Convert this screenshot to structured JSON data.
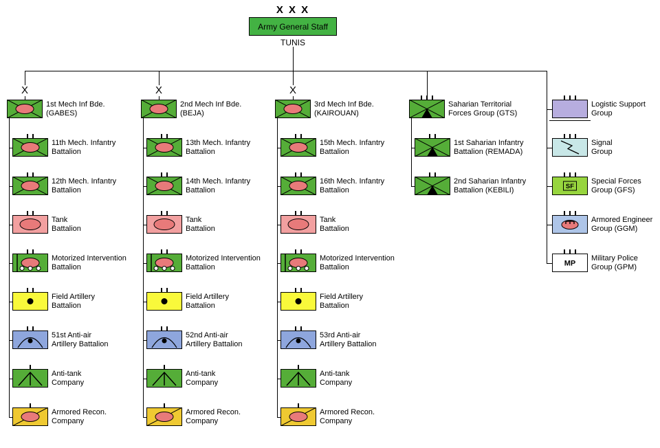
{
  "header": {
    "echelon": "X X X",
    "title": "Army General Staff",
    "location": "TUNIS"
  },
  "icon_labels": {
    "sf": "SF",
    "mp": "MP"
  },
  "colors": {
    "header_green": "#43b243",
    "green": "#55ad38",
    "red_ellipse": "#e87a7a",
    "tank_pink": "#f2a0a0",
    "artillery_yellow": "#f9f93b",
    "antiair_blue": "#8ea6dd",
    "recon_yellow": "#efc932",
    "logistic_lavender": "#b7addf",
    "signal_cyan": "#c8e7e7",
    "sf_green": "#97d53e",
    "engineer_blue": "#aec5e8",
    "mp_white": "#ffffff",
    "line_black": "#000000"
  },
  "columns": [
    {
      "echelon": "X",
      "units": [
        {
          "line1": "1st Mech Inf Bde.",
          "line2": "(GABES)",
          "icon": "mech-infantry",
          "echelon_ticks": ""
        },
        {
          "line1": "11th Mech. Infantry",
          "line2": "Battalion",
          "icon": "mech-infantry",
          "echelon_ticks": "II"
        },
        {
          "line1": "12th Mech. Infantry",
          "line2": "Battalion",
          "icon": "mech-infantry",
          "echelon_ticks": "II"
        },
        {
          "line1": "Tank",
          "line2": "Battalion",
          "icon": "tank",
          "echelon_ticks": "II"
        },
        {
          "line1": "Motorized Intervention",
          "line2": "Battalion",
          "icon": "motorized-intervention",
          "echelon_ticks": "II"
        },
        {
          "line1": "Field Artillery",
          "line2": "Battalion",
          "icon": "field-artillery",
          "echelon_ticks": "II"
        },
        {
          "line1": "51st Anti-air",
          "line2": "Artillery Battalion",
          "icon": "anti-air",
          "echelon_ticks": "II"
        },
        {
          "line1": "Anti-tank",
          "line2": "Company",
          "icon": "anti-tank",
          "echelon_ticks": "I"
        },
        {
          "line1": "Armored Recon.",
          "line2": "Company",
          "icon": "armored-recon",
          "echelon_ticks": "I"
        }
      ]
    },
    {
      "echelon": "X",
      "units": [
        {
          "line1": "2nd Mech Inf Bde.",
          "line2": "(BEJA)",
          "icon": "mech-infantry",
          "echelon_ticks": ""
        },
        {
          "line1": "13th Mech. Infantry",
          "line2": "Battalion",
          "icon": "mech-infantry",
          "echelon_ticks": "II"
        },
        {
          "line1": "14th Mech. Infantry",
          "line2": "Battalion",
          "icon": "mech-infantry",
          "echelon_ticks": "II"
        },
        {
          "line1": "Tank",
          "line2": "Battalion",
          "icon": "tank",
          "echelon_ticks": "II"
        },
        {
          "line1": "Motorized Intervention",
          "line2": "Battalion",
          "icon": "motorized-intervention",
          "echelon_ticks": "II"
        },
        {
          "line1": "Field Artillery",
          "line2": "Battalion",
          "icon": "field-artillery",
          "echelon_ticks": "II"
        },
        {
          "line1": "52nd Anti-air",
          "line2": "Artillery Battalion",
          "icon": "anti-air",
          "echelon_ticks": "II"
        },
        {
          "line1": "Anti-tank",
          "line2": "Company",
          "icon": "anti-tank",
          "echelon_ticks": "I"
        },
        {
          "line1": "Armored Recon.",
          "line2": "Company",
          "icon": "armored-recon",
          "echelon_ticks": "I"
        }
      ]
    },
    {
      "echelon": "X",
      "units": [
        {
          "line1": "3rd Mech Inf Bde.",
          "line2": "(KAIROUAN)",
          "icon": "mech-infantry",
          "echelon_ticks": ""
        },
        {
          "line1": "15th Mech. Infantry",
          "line2": "Battalion",
          "icon": "mech-infantry",
          "echelon_ticks": "II"
        },
        {
          "line1": "16th Mech. Infantry",
          "line2": "Battalion",
          "icon": "mech-infantry",
          "echelon_ticks": "II"
        },
        {
          "line1": "Tank",
          "line2": "Battalion",
          "icon": "tank",
          "echelon_ticks": "II"
        },
        {
          "line1": "Motorized Intervention",
          "line2": "Battalion",
          "icon": "motorized-intervention",
          "echelon_ticks": "II"
        },
        {
          "line1": "Field Artillery",
          "line2": "Battalion",
          "icon": "field-artillery",
          "echelon_ticks": "II"
        },
        {
          "line1": "53rd Anti-air",
          "line2": "Artillery Battalion",
          "icon": "anti-air",
          "echelon_ticks": "II"
        },
        {
          "line1": "Anti-tank",
          "line2": "Company",
          "icon": "anti-tank",
          "echelon_ticks": "I"
        },
        {
          "line1": "Armored Recon.",
          "line2": "Company",
          "icon": "armored-recon",
          "echelon_ticks": "I"
        }
      ]
    },
    {
      "echelon": "",
      "units": [
        {
          "line1": "Saharian Territorial",
          "line2": "Forces Group (GTS)",
          "icon": "saharian-infantry",
          "echelon_ticks": "III"
        },
        {
          "line1": "1st Saharian Infantry",
          "line2": "Battalion (REMADA)",
          "icon": "saharian-infantry",
          "echelon_ticks": "II"
        },
        {
          "line1": "2nd Saharian Infantry",
          "line2": "Battalion (KEBILI)",
          "icon": "saharian-infantry",
          "echelon_ticks": "II"
        }
      ]
    },
    {
      "echelon": "",
      "units": [
        {
          "line1": "Logistic Support",
          "line2": "Group",
          "icon": "logistic",
          "echelon_ticks": "III"
        },
        {
          "line1": "Signal",
          "line2": "Group",
          "icon": "signal",
          "echelon_ticks": "III"
        },
        {
          "line1": "Special Forces",
          "line2": "Group (GFS)",
          "icon": "special-forces",
          "echelon_ticks": "III"
        },
        {
          "line1": "Armored Engineer",
          "line2": "Group (GGM)",
          "icon": "armored-engineer",
          "echelon_ticks": "III"
        },
        {
          "line1": "Military Police",
          "line2": "Group (GPM)",
          "icon": "military-police",
          "echelon_ticks": "III"
        }
      ]
    }
  ]
}
